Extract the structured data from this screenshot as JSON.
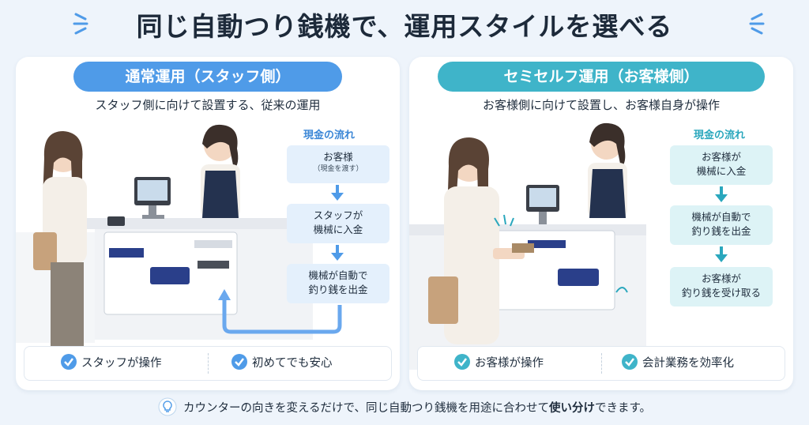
{
  "title": "同じ自動つり銭機で、運用スタイルを選べる",
  "left": {
    "pill": "通常運用（スタッフ側）",
    "subtitle": "スタッフ側に向けて設置する、従来の運用",
    "flow_title": "現金の流れ",
    "flow": [
      {
        "line1": "お客様",
        "line2": "（現金を渡す）"
      },
      {
        "line1": "スタッフが",
        "line2": "機械に入金"
      },
      {
        "line1": "機械が自動で",
        "line2": "釣り銭を出金"
      }
    ],
    "features": [
      "スタッフが操作",
      "初めてでも安心"
    ]
  },
  "right": {
    "pill": "セミセルフ運用（お客様側）",
    "subtitle": "お客様側に向けて設置し、お客様自身が操作",
    "flow_title": "現金の流れ",
    "flow": [
      {
        "line1": "お客様が",
        "line2": "機械に入金"
      },
      {
        "line1": "機械が自動で",
        "line2": "釣り銭を出金"
      },
      {
        "line1": "お客様が",
        "line2": "釣り銭を受け取る"
      }
    ],
    "features": [
      "お客様が操作",
      "会計業務を効率化"
    ]
  },
  "footer": {
    "text_before": "カウンターの向きを変えるだけで、同じ自動つり銭機を用途に合わせて",
    "emphasis": "使い分け",
    "text_after": "できます。"
  },
  "colors": {
    "left_accent": "#4f9be8",
    "right_accent": "#3fb4c9",
    "background": "#eef4fb"
  },
  "icons": [
    "sparkle-icon",
    "arrow-down-icon",
    "check-icon",
    "lightbulb-icon",
    "return-arrow-icon"
  ]
}
